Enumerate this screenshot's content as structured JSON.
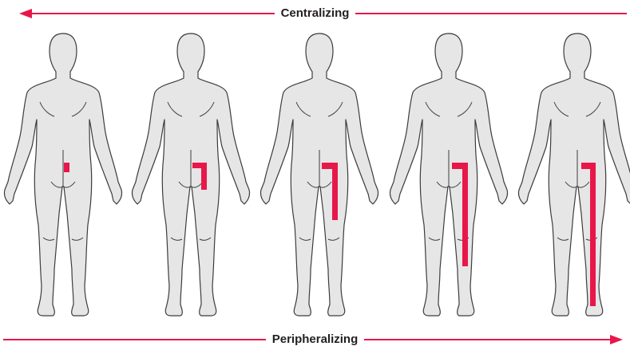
{
  "top_arrow": {
    "label": "Centralizing",
    "direction": "left",
    "color": "#e8174a"
  },
  "bottom_arrow": {
    "label": "Peripheralizing",
    "direction": "right",
    "color": "#e8174a"
  },
  "colors": {
    "body_fill": "#e6e6e6",
    "body_stroke": "#3c3c3c",
    "pain_marker": "#e8174a"
  },
  "figures": [
    {
      "stage": 1,
      "pain_extent": "localized low back"
    },
    {
      "stage": 2,
      "pain_extent": "low back to buttock"
    },
    {
      "stage": 3,
      "pain_extent": "low back to thigh"
    },
    {
      "stage": 4,
      "pain_extent": "low back to knee"
    },
    {
      "stage": 5,
      "pain_extent": "low back to foot"
    }
  ]
}
